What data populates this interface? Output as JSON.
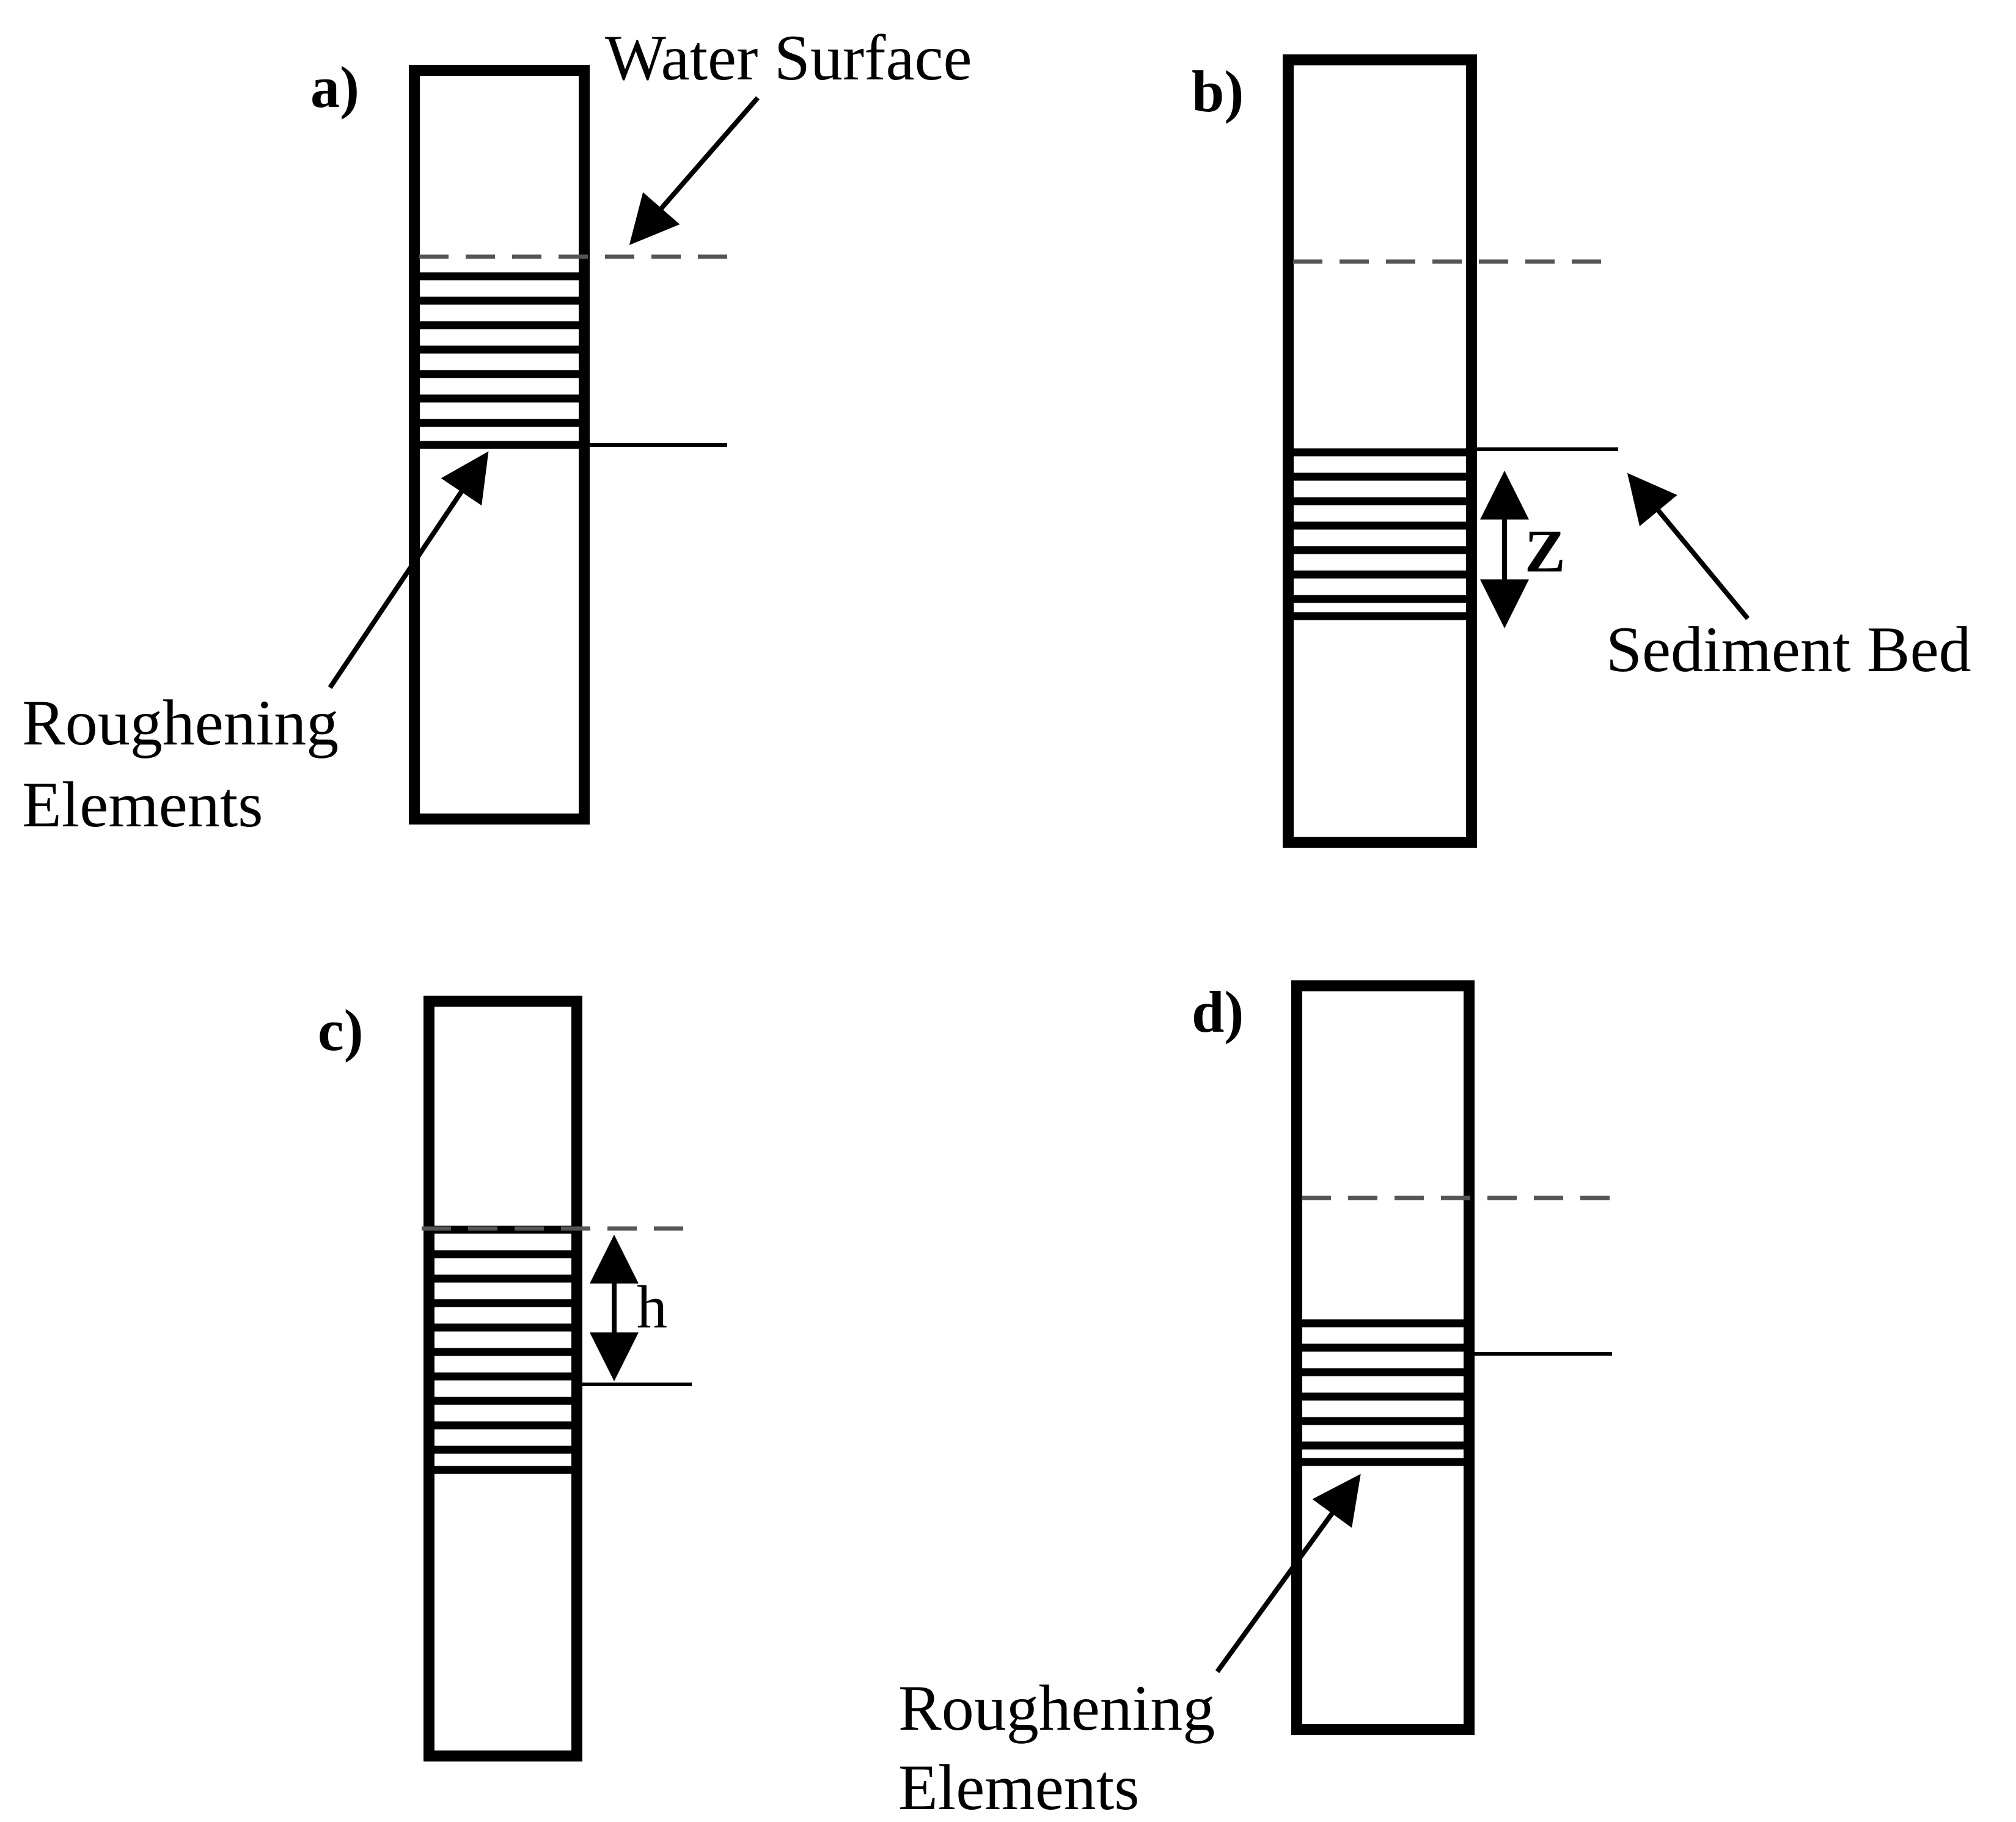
{
  "figure": {
    "panels": [
      {
        "label": "a)"
      },
      {
        "label": "b)"
      },
      {
        "label": "c)"
      },
      {
        "label": "d)"
      }
    ],
    "annotations": {
      "water_surface": "Water Surface",
      "roughening_line1": "Roughening",
      "roughening_line2": "Elements",
      "sediment_bed": "Sediment Bed",
      "z_label": "Z",
      "h_label": "h"
    },
    "colors": {
      "outline": "#000000",
      "water_line": "#555555",
      "background": "#ffffff"
    }
  }
}
